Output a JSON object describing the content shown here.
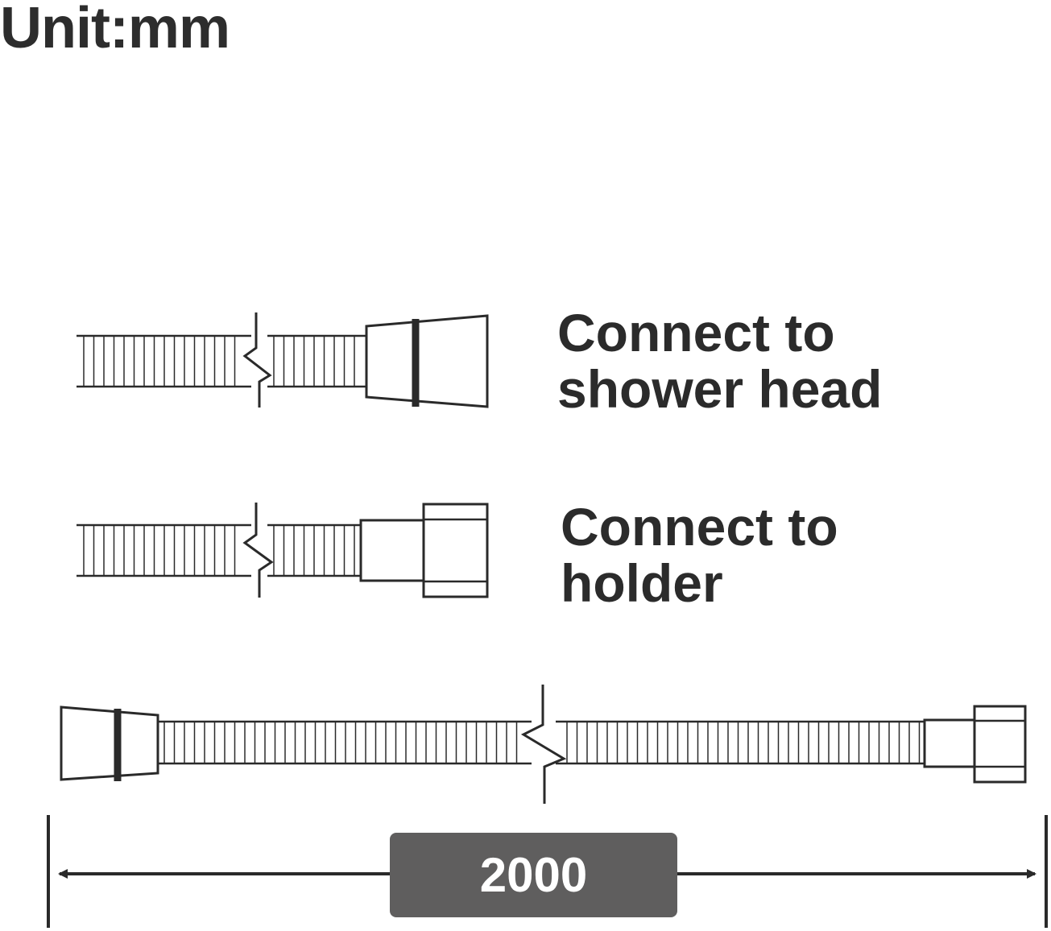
{
  "unit_label": "Unit:mm",
  "shower_head_label": {
    "line1": "Connect to",
    "line2": "shower head"
  },
  "holder_label": {
    "line1": "Connect to",
    "line2": "holder"
  },
  "length_value": "2000",
  "colors": {
    "stroke": "#2a2a2a",
    "dim_box": "#5f5e5e",
    "dim_text": "#ffffff"
  }
}
